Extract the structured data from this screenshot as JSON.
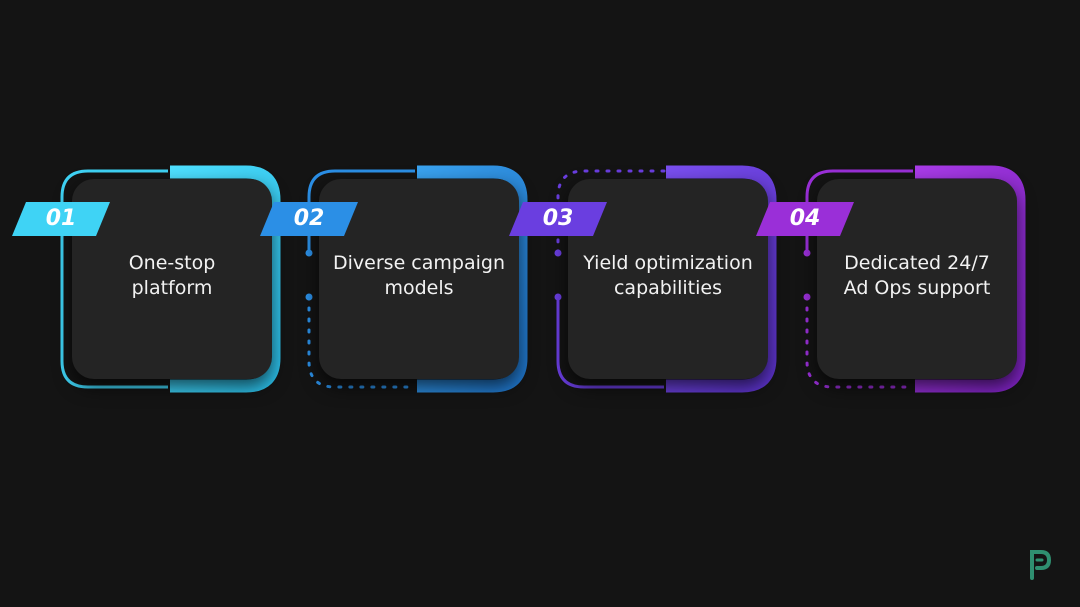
{
  "steps": [
    {
      "number": "01",
      "line1": "One-stop",
      "line2": "platform",
      "color": "#3fd3f5"
    },
    {
      "number": "02",
      "line1": "Diverse campaign",
      "line2": "models",
      "color": "#2b8fe6"
    },
    {
      "number": "03",
      "line1": "Yield optimization",
      "line2": "capabilities",
      "color": "#6a3ee0"
    },
    {
      "number": "04",
      "line1": "Dedicated 24/7",
      "line2": "Ad Ops support",
      "color": "#9a2fd8"
    }
  ],
  "colors": {
    "background": "#141414",
    "card": "#242424",
    "logo": "#2f8f70"
  },
  "icons": {
    "logo": "brand-logo-icon"
  }
}
